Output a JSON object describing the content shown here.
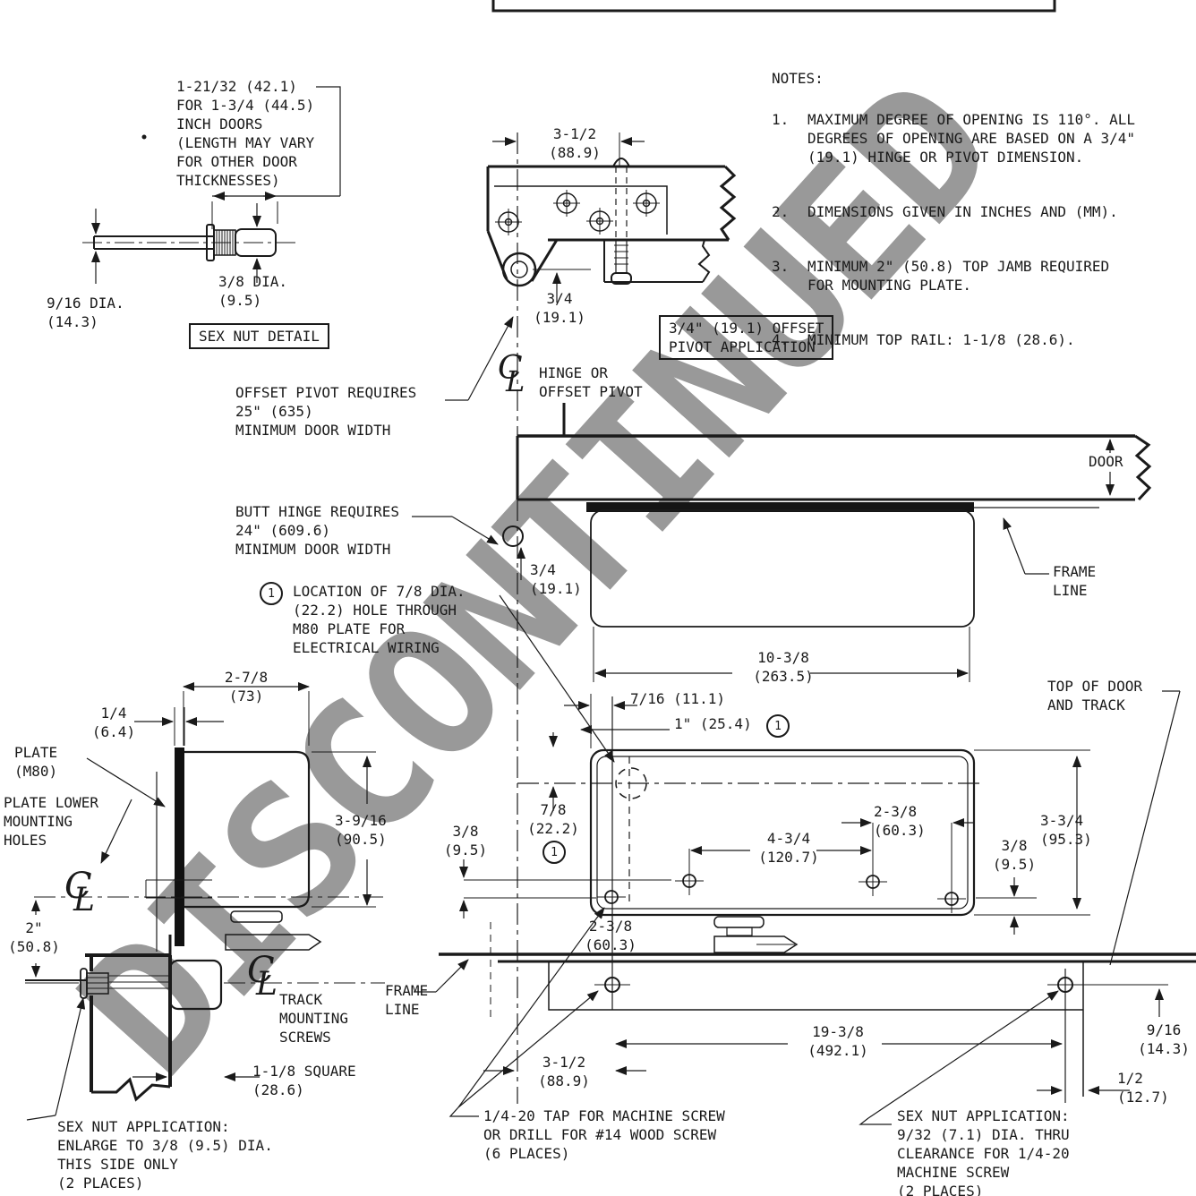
{
  "watermark": {
    "text": "DISCONTINUED",
    "color": "#999999"
  },
  "ink_color": "#1a1a1a",
  "notes": {
    "title": "NOTES:",
    "items": [
      {
        "num": "1.",
        "text": "MAXIMUM DEGREE OF OPENING IS 110°.  ALL\nDEGREES OF OPENING ARE BASED ON A 3/4\"\n(19.1) HINGE OR PIVOT DIMENSION."
      },
      {
        "num": "2.",
        "text": "DIMENSIONS GIVEN IN INCHES AND (MM)."
      },
      {
        "num": "3.",
        "text": "MINIMUM 2\" (50.8) TOP JAMB REQUIRED\nFOR MOUNTING PLATE."
      },
      {
        "num": "4.",
        "text": "MINIMUM TOP RAIL:  1-1/8 (28.6)."
      }
    ]
  },
  "labels": {
    "shank_note": "1-21/32 (42.1)\nFOR 1-3/4 (44.5)\nINCH DOORS\n(LENGTH MAY VARY\nFOR OTHER DOOR\nTHICKNESSES)",
    "bullet": "·",
    "dia_916": "9/16 DIA.\n(14.3)",
    "dia_38": "3/8 DIA.\n(9.5)",
    "sex_nut_detail": "SEX NUT DETAIL",
    "dim_3_12": "3-1/2\n(88.9)",
    "dim_34": "3/4\n(19.1)",
    "offset_pivot_application": "3/4\" (19.1) OFFSET\nPIVOT APPLICATION",
    "hinge_or_offset_pivot": "HINGE OR\nOFFSET PIVOT",
    "offset_pivot_requires": "OFFSET PIVOT REQUIRES\n25\" (635)\nMINIMUM DOOR WIDTH",
    "butt_hinge_requires": "BUTT HINGE REQUIRES\n24\" (609.6)\nMINIMUM DOOR WIDTH",
    "location_hole": "LOCATION OF 7/8 DIA.\n(22.2) HOLE THROUGH\nM80 PLATE FOR\nELECTRICAL WIRING",
    "door": "DOOR",
    "frame_line": "FRAME\nLINE",
    "dim_10_38": "10-3/8\n(263.5)",
    "top_of_door": "TOP OF DOOR\nAND TRACK",
    "dim_2_78": "2-7/8\n(73)",
    "dim_14": "1/4\n(6.4)",
    "plate_m80": "PLATE\n(M80)",
    "plate_lower": "PLATE LOWER\nMOUNTING\nHOLES",
    "dim_3_916": "3-9/16\n(90.5)",
    "dim_2in": "2\"\n(50.8)",
    "dim_716": "7/16 (11.1)",
    "dim_1in": "1\" (25.4)",
    "dim_78": "7/8\n(22.2)",
    "dim_38": "3/8\n(9.5)",
    "dim_4_34": "4-3/4\n(120.7)",
    "dim_2_38": "2-3/8\n(60.3)",
    "dim_3_34": "3-3/4\n(95.3)",
    "track_mounting": "TRACK\nMOUNTING\nSCREWS",
    "dim_1_18_square": "1-1/8 SQUARE\n(28.6)",
    "sex_nut_app_left": "SEX NUT APPLICATION:\nENLARGE TO 3/8 (9.5) DIA.\nTHIS SIDE ONLY\n(2 PLACES)",
    "dim_19_38": "19-3/8\n(492.1)",
    "dim_916": "9/16\n(14.3)",
    "dim_12": "1/2\n(12.7)",
    "tap_note": "1/4-20 TAP FOR MACHINE SCREW\nOR DRILL FOR #14 WOOD SCREW\n(6 PLACES)",
    "sex_nut_app_right": "SEX NUT APPLICATION:\n9/32 (7.1) DIA. THRU\nCLEARANCE FOR 1/4-20\nMACHINE SCREW\n(2 PLACES)"
  },
  "symbols": {
    "centerline_c": "C",
    "centerline_l": "L",
    "callout_1": "1"
  }
}
